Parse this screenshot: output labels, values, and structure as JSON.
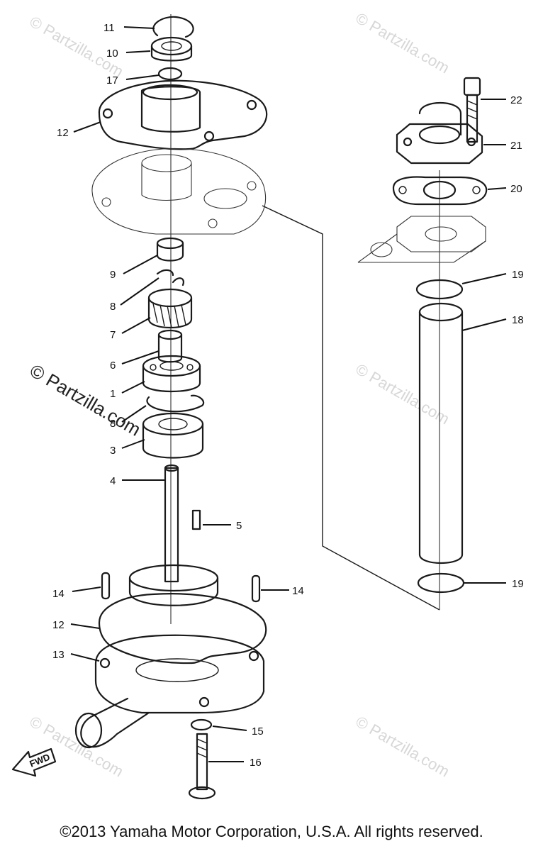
{
  "copyright": "©2013 Yamaha Motor Corporation, U.S.A. All rights reserved.",
  "watermark": "© Partzilla.com",
  "fwd_label": "FWD",
  "callouts": {
    "c11": "11",
    "c10": "10",
    "c17": "17",
    "c12a": "12",
    "c9": "9",
    "c8a": "8",
    "c7": "7",
    "c6": "6",
    "c1": "1",
    "c8b": "8",
    "c3": "3",
    "c4": "4",
    "c5": "5",
    "c14a": "14",
    "c14b": "14",
    "c12b": "12",
    "c13": "13",
    "c15": "15",
    "c16": "16",
    "c22": "22",
    "c21": "21",
    "c20": "20",
    "c19a": "19",
    "c18": "18",
    "c19b": "19"
  }
}
